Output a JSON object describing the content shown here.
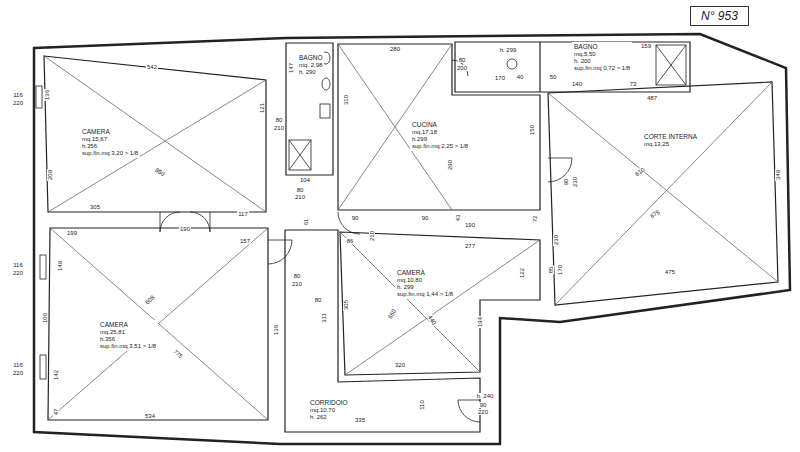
{
  "diagram": {
    "nodes": [
      {
        "text": [
          "N° 953"
        ]
      },
      {
        "text": [
          "CAMERA",
          "mq.15,67",
          "h.356",
          "sup.fin.mq 3,20 > 1/8"
        ]
      },
      {
        "text": [
          "BAGNO",
          "mq. 2,98",
          "h. 290"
        ]
      },
      {
        "text": [
          "CUCINA",
          "mq.17,18",
          "h.299",
          "sup.fin.mq 2,25 > 1/8"
        ]
      },
      {
        "text": [
          "BAGNO",
          "mq.5,50",
          "h. 200",
          "sup.fin.mq 0,72 > 1/8"
        ]
      },
      {
        "text": [
          "CORTE INTERNA",
          "mq.13,25"
        ]
      },
      {
        "text": [
          "CAMERA",
          "mq.25,81",
          "h.356",
          "sup.fin.mq 3,51 > 1/8"
        ]
      },
      {
        "text": [
          "CAMERA",
          "mq.10,80",
          "h. 299",
          "sup.fin.mq 1,44 > 1/8"
        ]
      },
      {
        "text": [
          "CORRIDOIO",
          "mq.10,70",
          "h. 262"
        ]
      }
    ],
    "labels": [
      "542",
      "136",
      "116",
      "220",
      "121",
      "209",
      "850",
      "305",
      "190",
      "117",
      "157",
      "199",
      "116",
      "220",
      "149",
      "100",
      "116",
      "220",
      "142",
      "47",
      "608",
      "775",
      "534",
      "136",
      "80",
      "210",
      "147",
      "104",
      "80",
      "210",
      "80",
      "210",
      "80",
      "61",
      "311",
      "280",
      "310",
      "80",
      "200",
      "170",
      "150",
      "290",
      "190",
      "90",
      "90",
      "43",
      "72",
      "210",
      "h. 299",
      "40",
      "159",
      "50",
      "140",
      "73",
      "487",
      "610",
      "90",
      "230",
      "349",
      "675",
      "230",
      "475",
      "85",
      "170",
      "122",
      "277",
      "86",
      "305",
      "650",
      "440",
      "194",
      "320",
      "335",
      "110",
      "h. 240",
      "90",
      "220"
    ]
  }
}
